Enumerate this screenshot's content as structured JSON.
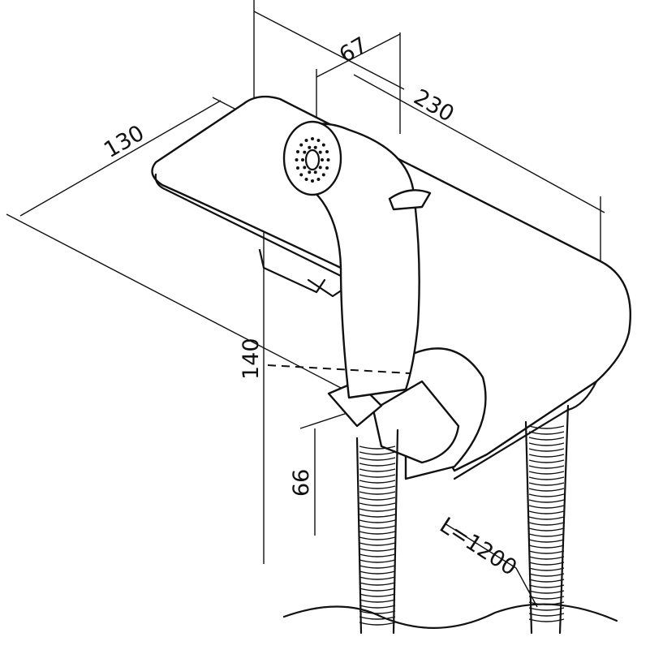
{
  "drawing": {
    "dimensions": {
      "width_top": "67",
      "depth": "230",
      "plate_width": "130",
      "height_total": "140",
      "holder_height": "66",
      "hose_length": "L=1200"
    }
  }
}
